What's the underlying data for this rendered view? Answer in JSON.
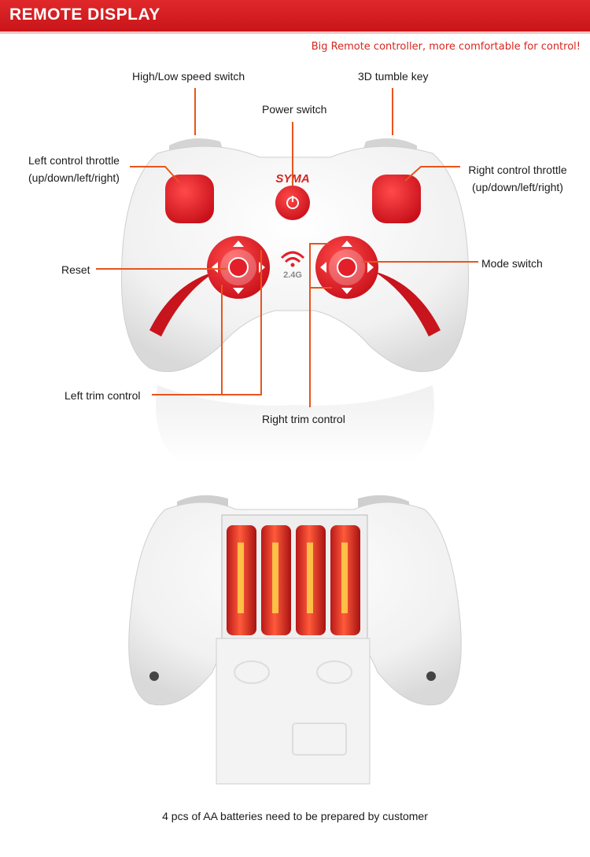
{
  "header": {
    "title": "REMOTE DISPLAY"
  },
  "subtitle": "Big Remote controller, more comfortable for control!",
  "brand": "SYMA",
  "frequency": "2.4G",
  "labels": {
    "high_low_speed": "High/Low speed switch",
    "tumble_key": "3D tumble key",
    "power_switch": "Power switch",
    "left_throttle_1": "Left control throttle",
    "left_throttle_2": "(up/down/left/right)",
    "right_throttle_1": "Right control throttle",
    "right_throttle_2": "(up/down/left/right)",
    "reset": "Reset",
    "mode_switch": "Mode switch",
    "left_trim": "Left trim control",
    "right_trim": "Right trim control"
  },
  "footnote": "4 pcs of AA batteries need to be prepared by customer",
  "colors": {
    "accent": "#d8261f",
    "leader": "#e8541e",
    "button_red": "#e3202a"
  }
}
